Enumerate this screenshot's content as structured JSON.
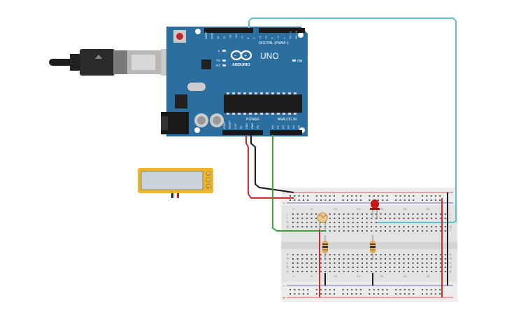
{
  "board": {
    "digital_label": "DIGITAL (PWM~)",
    "uno_label": "UNO",
    "arduino_label": "ARDUINO",
    "on_label": "ON",
    "power_label": "POWER",
    "analog_label": "ANALOG IN",
    "top_header_pins": [
      "AREF",
      "GND",
      "13",
      "12",
      "~11",
      "~10",
      "~9",
      "8",
      "7",
      "~6",
      "~5",
      "4",
      "~3",
      "2",
      "TX→1",
      "RX←0"
    ],
    "power_pins": [
      "IOREF",
      "RESET",
      "3.3V",
      "5V",
      "GND",
      "GND",
      "Vin"
    ],
    "analog_pins": [
      "A0",
      "A1",
      "A2",
      "A3",
      "A4",
      "A5"
    ],
    "led_labels": [
      "L",
      "TX",
      "RX"
    ]
  },
  "breadboard": {
    "row_letters_top": [
      "j",
      "i",
      "h",
      "g",
      "f"
    ],
    "row_letters_bottom": [
      "e",
      "d",
      "c",
      "b",
      "a"
    ],
    "column_numbers": [
      "1",
      "5",
      "10",
      "15",
      "20",
      "25",
      "30"
    ],
    "rail_plus": "+",
    "rail_minus": "-"
  },
  "multimeter": {
    "mode_labels": [
      "A",
      "V",
      "Ω"
    ]
  },
  "colors": {
    "board": "#2a6fa0",
    "wire_red": "#d42a2a",
    "wire_black": "#1a1a1a",
    "wire_green": "#3aa53a",
    "wire_cyan": "#5fbfcf",
    "multimeter": "#f0b429",
    "led": "#c41a1a"
  }
}
